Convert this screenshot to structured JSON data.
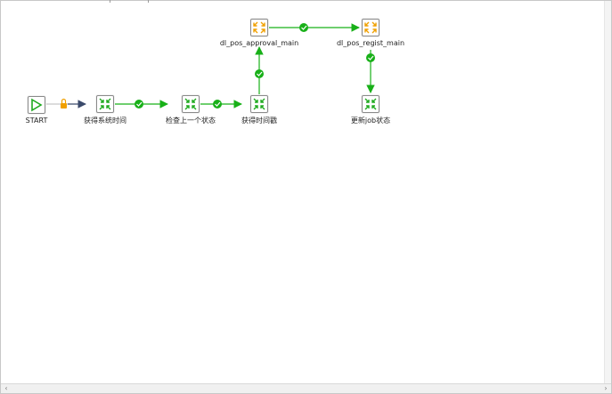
{
  "nodes": {
    "start": {
      "label": "START",
      "icon": "play-triangle-icon"
    },
    "get_system_time": {
      "label": "获得系统时间",
      "icon": "transform-arrows-icon"
    },
    "check_previous_status": {
      "label": "检查上一个状态",
      "icon": "transform-arrows-icon"
    },
    "get_timestamp": {
      "label": "获得时间戳",
      "icon": "transform-arrows-icon"
    },
    "approval_main": {
      "label": "dl_pos_approval_main",
      "icon": "job-arrows-icon"
    },
    "regist_main": {
      "label": "dl_pos_regist_main",
      "icon": "job-arrows-icon"
    },
    "update_job_status": {
      "label": "更新job状态",
      "icon": "transform-arrows-icon"
    }
  },
  "colors": {
    "hop_success": "#18b018",
    "hop_unconditional": "#3b4a6b",
    "lock": "#f0a000",
    "transform_icon": "#1faa1f",
    "job_icon": "#f0a000",
    "start_icon": "#1faa1f"
  },
  "scroll": {
    "left_arrow": "‹",
    "right_arrow": "›"
  }
}
